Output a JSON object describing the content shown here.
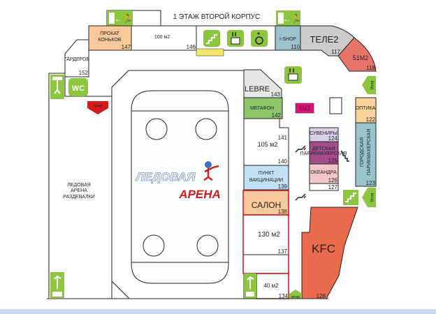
{
  "title": "1 ЭТАЖ ВТОРОЙ КОРПУС",
  "colors": {
    "green": "#8cc63f",
    "orange": "#f9c89b",
    "teal": "#9cc3cc",
    "red": "#e8736b",
    "kfc": "#ea6a4c",
    "magenta": "#d6157b",
    "purple": "#a44d8c"
  },
  "stores": {
    "prokat": {
      "name_1": "ПРОКАТ",
      "name_2": "КОНЬКОВ",
      "num": "147"
    },
    "s146": {
      "name": "100 м2",
      "num": "146"
    },
    "ishop": {
      "name": "I-SHOP",
      "num": "110"
    },
    "tele2": {
      "name": "ТЕЛЕ2",
      "num": "117"
    },
    "s118": {
      "name": "51М2",
      "num": "118"
    },
    "garderob": {
      "name": "ГАРДЕРОБ",
      "num": "152"
    },
    "lockers": {
      "name_1": "ЛЕДОВАЯ",
      "name_2": "АРЕНА",
      "name_3": "РАЗДЕВАЛКИ"
    },
    "lebre": {
      "name": "LEBRE",
      "num": "143"
    },
    "megafon": {
      "name": "МЕГАФОН",
      "num": "142"
    },
    "s141": {
      "name": "105 м2",
      "num_top": "141",
      "num_bottom": "140"
    },
    "vacc": {
      "name_1": "ПУНКТ",
      "name_2": "ВАКЦИНАЦИИ",
      "num": "139"
    },
    "salon": {
      "name": "САЛОН",
      "num": "138"
    },
    "s137": {
      "name": "130 м2",
      "num": "137"
    },
    "s134": {
      "name": "40 м2",
      "num": "134"
    },
    "s5m2": {
      "name": "5М2"
    },
    "suveniry": {
      "name": "СУВЕНИРЫ",
      "num": "124"
    },
    "kids": {
      "name_1": "ДЕТСКАЯ",
      "name_2": "ПАРИКМАХЕРСКАЯ",
      "num": "125"
    },
    "okeandra": {
      "name": "ОКЕАНДРА",
      "num": "126"
    },
    "s127": {
      "num": "127"
    },
    "optika": {
      "name": "ОПТИКА",
      "num": "122"
    },
    "gorod": {
      "name_1": "ГОРОДСКАЯ",
      "name_2": "ПАРИКМАХЕРСКАЯ",
      "num": "123"
    },
    "kfc": {
      "name": "KFC",
      "num": "128"
    }
  },
  "entrances": {
    "left": "вход",
    "right_top": "вход",
    "right_bottom": "вход",
    "bottom": "вход"
  },
  "facilities": {
    "wc": "WC"
  },
  "logo": {
    "line_1": "ЛЕДОВАЯ",
    "line_2": "АРЕНА"
  }
}
